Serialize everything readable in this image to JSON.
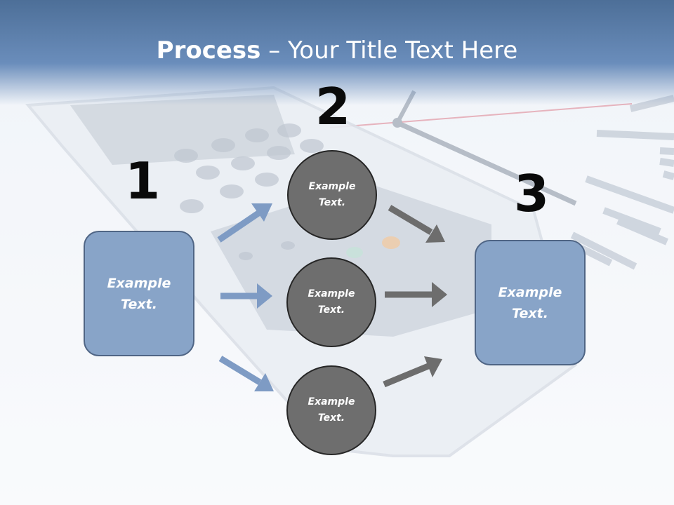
{
  "title": {
    "bold": "Process",
    "dash": " – ",
    "rest": "Your Title Text Here"
  },
  "steps": [
    {
      "number": "1"
    },
    {
      "number": "2"
    },
    {
      "number": "3"
    }
  ],
  "source_box": {
    "line1": "Example",
    "line2": "Text."
  },
  "circles": [
    {
      "line1": "Example",
      "line2": "Text."
    },
    {
      "line1": "Example",
      "line2": "Text."
    },
    {
      "line1": "Example",
      "line2": "Text."
    }
  ],
  "target_box": {
    "line1": "Example",
    "line2": "Text."
  },
  "colors": {
    "box_fill": "#88a4c8",
    "box_border": "#4f6585",
    "circle_fill": "#6e6e6e",
    "arrow_in": "#7e9bc4",
    "arrow_out": "#6d6d6d"
  }
}
